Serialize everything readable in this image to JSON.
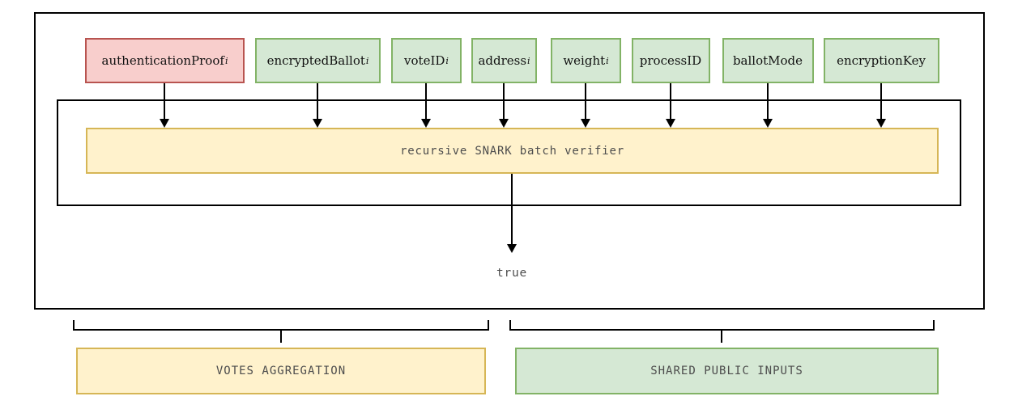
{
  "diagram": {
    "inputs": [
      {
        "label": "authenticationProof",
        "subscript": "i",
        "variant": "red"
      },
      {
        "label": "encryptedBallot",
        "subscript": "i",
        "variant": "green"
      },
      {
        "label": "voteID",
        "subscript": "i",
        "variant": "green"
      },
      {
        "label": "address",
        "subscript": "i",
        "variant": "green"
      },
      {
        "label": "weight",
        "subscript": "i",
        "variant": "green"
      },
      {
        "label": "processID",
        "subscript": "",
        "variant": "green"
      },
      {
        "label": "ballotMode",
        "subscript": "",
        "variant": "green"
      },
      {
        "label": "encryptionKey",
        "subscript": "",
        "variant": "green"
      }
    ],
    "verifier": {
      "label": "recursive SNARK batch verifier",
      "fill": "#fff2cc",
      "stroke": "#d6b656"
    },
    "output": {
      "label": "true"
    },
    "groups": [
      {
        "label": "VOTES AGGREGATION",
        "fill": "#fff2cc",
        "stroke": "#d6b656"
      },
      {
        "label": "SHARED PUBLIC INPUTS",
        "fill": "#d5e8d4",
        "stroke": "#82b366"
      }
    ],
    "colors": {
      "red_fill": "#f8cecc",
      "red_stroke": "#b85450",
      "green_fill": "#d5e8d4",
      "green_stroke": "#82b366",
      "yellow_fill": "#fff2cc",
      "yellow_stroke": "#d6b656",
      "frame_stroke": "#000000",
      "mono_text": "#4d4d4d"
    }
  }
}
